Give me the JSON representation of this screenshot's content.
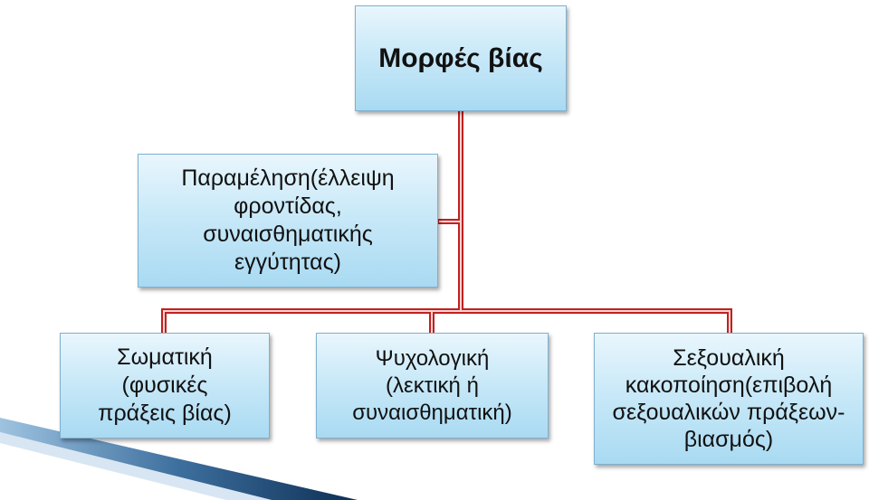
{
  "diagram": {
    "root_label": "Μορφές βίας",
    "neglect_label": "Παραμέληση(έλλειψη\nφροντίδας,\nσυναισθηματικής\nεγγύτητας)",
    "physical_label": "Σωματική\n(φυσικές\nπράξεις βίας)",
    "psychological_label": "Ψυχολογική\n(λεκτική ή\nσυναισθηματική)",
    "sexual_label": "Σεξουαλική\nκακοποίηση(επιβολή\nσεξουαλικών πράξεων-\nβιασμός)"
  },
  "colors": {
    "box_fill_top": "#e9f6fd",
    "box_fill_bottom": "#a9daf2",
    "box_border": "#7fb0cf",
    "connector": "#c0211f",
    "decoration": "#1f4e79"
  }
}
